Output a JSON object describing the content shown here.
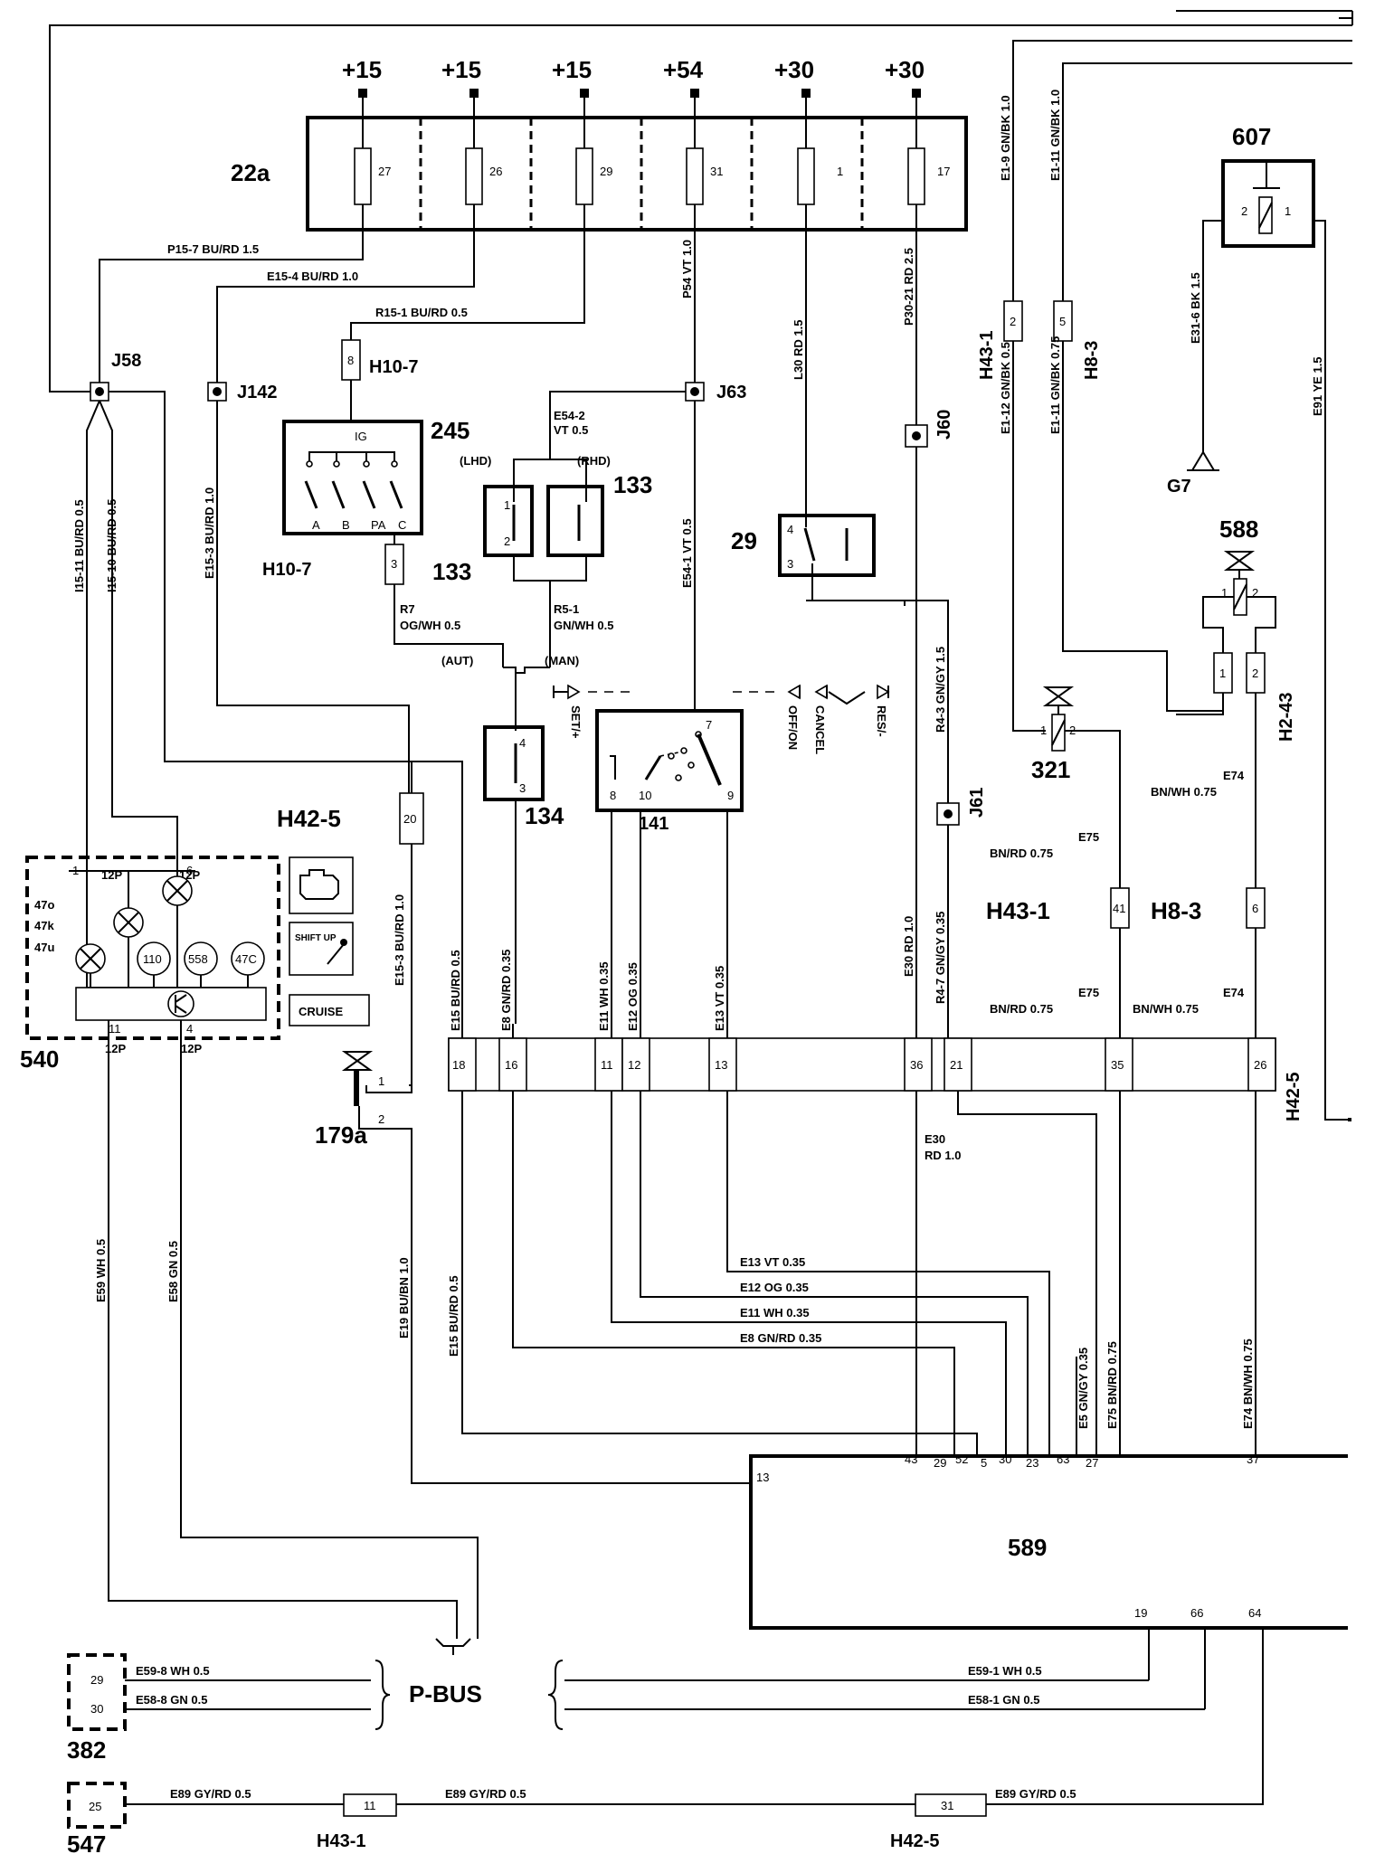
{
  "fuse_box": {
    "id": "22a",
    "fuses": [
      {
        "supply": "+15",
        "number": "27"
      },
      {
        "supply": "+15",
        "number": "26"
      },
      {
        "supply": "+15",
        "number": "29"
      },
      {
        "supply": "+54",
        "number": "31"
      },
      {
        "supply": "+30",
        "number": "1"
      },
      {
        "supply": "+30",
        "number": "17"
      }
    ]
  },
  "labels": {
    "comp_607": "607",
    "comp_245": "245",
    "comp_133a": "133",
    "comp_133b": "133",
    "comp_29": "29",
    "comp_588": "588",
    "comp_321": "321",
    "comp_134": "134",
    "comp_141": "141",
    "comp_540": "540",
    "comp_179a": "179a",
    "comp_589": "589",
    "comp_382": "382",
    "comp_547": "547",
    "j58": "J58",
    "j142": "J142",
    "j63": "J63",
    "j60": "J60",
    "j61": "J61",
    "g7": "G7",
    "h10_7_top": "H10-7",
    "h10_7_bot": "H10-7",
    "h43_1_top": "H43-1",
    "h8_3_top": "H8-3",
    "h2_43": "H2-43",
    "h42_5_left": "H42-5",
    "h43_1_mid": "H43-1",
    "h8_3_mid": "H8-3",
    "h42_5_right": "H42-5",
    "h43_1_bot": "H43-1",
    "h42_5_bot": "H42-5",
    "ig": "IG",
    "sw_a": "A",
    "sw_b": "B",
    "sw_pa": "PA",
    "sw_c": "C",
    "lhd": "(LHD)",
    "rhd": "(RHD)",
    "aut": "(AUT)",
    "man": "(MAN)",
    "set": "SET/+",
    "off_on": "OFF/ON",
    "cancel": "CANCEL",
    "res": "RES/-",
    "cruise": "CRUISE",
    "shift_up": "SHIFT UP",
    "p_bus": "P-BUS",
    "w12p_1": "12P",
    "w12p_2": "12P",
    "w12p_3": "12P",
    "w12p_4": "12P",
    "lamp_47o": "47o",
    "lamp_47k": "47k",
    "lamp_47u": "47u",
    "g_110": "110",
    "g_558": "558",
    "g_47c": "47C"
  },
  "wires": {
    "p15_7": "P15-7   BU/RD   1.5",
    "e15_4": "E15-4   BU/RD   1.0",
    "r15_1": "R15-1   BU/RD   0.5",
    "e54_2a": "E54-2",
    "e54_2b": "VT   0.5",
    "r7a": "R7",
    "r7b": "OG/WH  0.5",
    "r5_1a": "R5-1",
    "r5_1b": "GN/WH  0.5",
    "e13": "E13   VT  0.35",
    "e12": "E12   OG  0.35",
    "e11": "E11   WH  0.35",
    "e8": "E8   GN/RD  0.35",
    "e30a": "E30",
    "e30b": "RD  1.0",
    "e75a": "E75",
    "e75b": "BN/RD   0.75",
    "e74a": "E74",
    "e74b": "BN/WH  0.75",
    "e75c": "E75",
    "e75d": "BN/RD   0.75",
    "e74c": "E74",
    "e74d": "BN/WH  0.75",
    "e59_8": "E59-8    WH 0.5",
    "e58_8": "E58-8    GN  0.5",
    "e59_1": "E59-1    WH 0.5",
    "e58_1": "E58-1    GN  0.5",
    "e89_a": "E89   GY/RD   0.5",
    "e89_b": "E89   GY/RD   0.5",
    "e89_c": "E89   GY/RD   0.5",
    "v_i15_11": "I15-11     BU/RD  0.5",
    "v_i15_10": "I15-10     BU/RD  0.5",
    "v_e15_3": "E15-3     BU/RD   1.0",
    "v_p54": "P54   VT   1.0",
    "v_l30": "L30   RD   1.5",
    "v_p30_21": "P30-21    RD   2.5",
    "v_e1_9": "E1-9    GN/BK   1.0",
    "v_e1_11": "E1-11    GN/BK   1.0",
    "v_e31_6": "E31-6    BK   1.5",
    "v_e91": "E91   YE   1.5",
    "v_e1_12": "E1-12      GN/BK   0.5",
    "v_e1_11b": "E1-11      GN/BK   0.75",
    "v_e54_1": "E54-1     VT   0.5",
    "v_r4_3": "R4-3    GN/GY   1.5",
    "v_e15_3b": "E15-3     BU/RD   1.0",
    "v_e15a": "E15     BU/RD   0.5",
    "v_e8a": "E8     GN/RD   0.35",
    "v_e11a": "E11     WH   0.35",
    "v_e12a": "E12     OG   0.35",
    "v_e13a": "E13     VT   0.35",
    "v_e30": "E30     RD   1.0",
    "v_r4_7": "R4-7     GN/GY   0.35",
    "v_e59": "E59     WH  0.5",
    "v_e58": "E58     GN  0.5",
    "v_e19": "E19     BU/BN   1.0",
    "v_e15b": "E15     BU/RD   0.5",
    "v_e5": "E5     GN/GY   0.35",
    "v_e75": "E75     BN/RD   0.75",
    "v_e74": "E74     BN/WH   0.75"
  },
  "pins": {
    "h10_top": "8",
    "h10_bot": "3",
    "h43_top": "2",
    "h8_top": "5",
    "p133a_1": "1",
    "p133a_2": "2",
    "p29_4": "4",
    "p29_3": "3",
    "p134_4": "4",
    "p134_3": "3",
    "p141_7": "7",
    "p141_8": "8",
    "p141_10": "10",
    "p141_9": "9",
    "p607_2": "2",
    "p607_1": "1",
    "p588_1": "1",
    "p588_2": "2",
    "h2_1": "1",
    "h2_2": "2",
    "p321_1": "1",
    "p321_2": "2",
    "h42_20": "20",
    "h43_41": "41",
    "h8_6": "6",
    "p540_1": "1",
    "p540_6": "6",
    "p540_11": "11",
    "p540_4": "4",
    "p179_1": "1",
    "p179_2": "2",
    "h42_18": "18",
    "h42_16": "16",
    "h42_11": "11",
    "h42_12": "12",
    "h42_13": "13",
    "h42_36": "36",
    "h42_21": "21",
    "h42_35": "35",
    "h42_26": "26",
    "p589_13": "13",
    "p589_43": "43",
    "p589_29": "29",
    "p589_52": "52",
    "p589_5": "5",
    "p589_30": "30",
    "p589_23": "23",
    "p589_63": "63",
    "p589_27": "27",
    "p589_37": "37",
    "p589_19": "19",
    "p589_66": "66",
    "p589_64": "64",
    "p382_29": "29",
    "p382_30": "30",
    "p547_25": "25",
    "h43_11": "11",
    "h42_31": "31"
  }
}
